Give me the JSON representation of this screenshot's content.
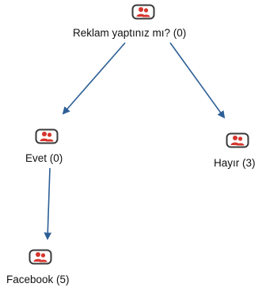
{
  "diagram": {
    "nodes": {
      "root": {
        "label": "Reklam yaptınız mı? (0)",
        "icon": "person-card-icon"
      },
      "evet": {
        "label": "Evet (0)",
        "icon": "person-card-icon"
      },
      "hayir": {
        "label": "Hayır (3)",
        "icon": "person-card-icon"
      },
      "facebook": {
        "label": "Facebook (5)",
        "icon": "person-card-icon"
      }
    },
    "edges": [
      {
        "from": "root",
        "to": "evet"
      },
      {
        "from": "root",
        "to": "hayir"
      },
      {
        "from": "evet",
        "to": "facebook"
      }
    ]
  },
  "colors": {
    "edge": "#2d5f96",
    "icon_accent": "#d6362d",
    "icon_frame": "#3a3a3a",
    "label_text": "#111111"
  }
}
